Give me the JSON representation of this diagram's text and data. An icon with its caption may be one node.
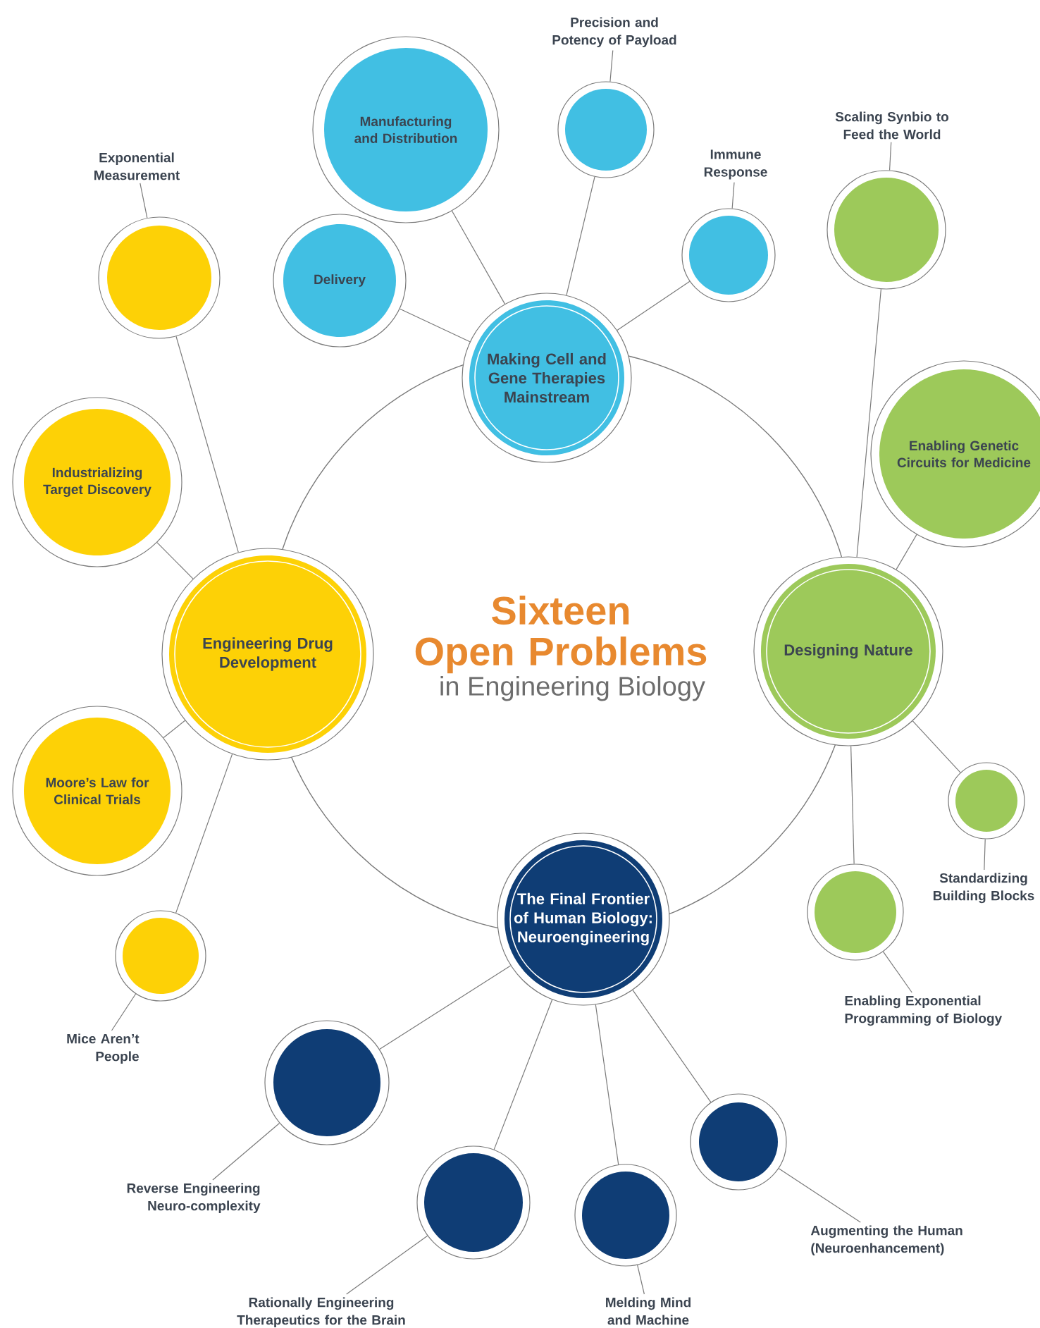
{
  "diagram": {
    "nodes": [
      {
        "text": [
          "Sixteen Open Problems",
          "in Engineering Biology"
        ]
      },
      {
        "text": [
          "Making Cell and Gene Therapies Mainstream"
        ]
      },
      {
        "text": [
          "Manufacturing and Distribution"
        ]
      },
      {
        "text": [
          "Precision and Potency of Payload"
        ]
      },
      {
        "text": [],
        "shape": "circle"
      },
      {
        "text": [
          "Immune Response"
        ]
      },
      {
        "text": [],
        "shape": "circle"
      },
      {
        "text": [
          "Delivery"
        ]
      },
      {
        "text": [
          "Engineering Drug Development"
        ]
      },
      {
        "text": [
          "Exponential Measurement"
        ]
      },
      {
        "text": [],
        "shape": "circle"
      },
      {
        "text": [
          "Industrializing Target Discovery"
        ]
      },
      {
        "text": [
          "Moore’s Law for Clinical Trials"
        ]
      },
      {
        "text": [],
        "shape": "circle"
      },
      {
        "text": [
          "Mice Aren’t People"
        ]
      },
      {
        "text": [
          "Designing Nature"
        ]
      },
      {
        "text": [
          "Scaling Synbio to Feed the World"
        ]
      },
      {
        "text": [],
        "shape": "circle"
      },
      {
        "text": [
          "Enabling Genetic Circuits for Medicine"
        ]
      },
      {
        "text": [],
        "shape": "circle"
      },
      {
        "text": [
          "Standardizing Building Blocks"
        ]
      },
      {
        "text": [],
        "shape": "circle"
      },
      {
        "text": [
          "Enabling Exponential Programming of Biology"
        ]
      },
      {
        "text": [
          "The Final Frontier of Human Biology: Neuroengineering"
        ]
      },
      {
        "text": [],
        "shape": "circle"
      },
      {
        "text": [
          "Reverse Engineering Neuro-complexity"
        ]
      },
      {
        "text": [],
        "shape": "circle"
      },
      {
        "text": [
          "Rationally Engineering Therapeutics for the Brain"
        ]
      },
      {
        "text": [],
        "shape": "circle"
      },
      {
        "text": [
          "Melding Mind and Machine"
        ]
      },
      {
        "text": [],
        "shape": "circle"
      },
      {
        "text": [
          "Augmenting the Human (Neuroenhancement)"
        ]
      }
    ],
    "edges": [
      {
        "from": 1,
        "to": 2,
        "arrow": "none"
      },
      {
        "from": 1,
        "to": 4,
        "arrow": "none"
      },
      {
        "from": 1,
        "to": 6,
        "arrow": "none"
      },
      {
        "from": 1,
        "to": 7,
        "arrow": "none"
      },
      {
        "from": 8,
        "to": 10,
        "arrow": "none"
      },
      {
        "from": 8,
        "to": 11,
        "arrow": "none"
      },
      {
        "from": 8,
        "to": 12,
        "arrow": "none"
      },
      {
        "from": 8,
        "to": 13,
        "arrow": "none"
      },
      {
        "from": 15,
        "to": 17,
        "arrow": "none"
      },
      {
        "from": 15,
        "to": 18,
        "arrow": "none"
      },
      {
        "from": 15,
        "to": 19,
        "arrow": "none"
      },
      {
        "from": 15,
        "to": 21,
        "arrow": "none"
      },
      {
        "from": 23,
        "to": 24,
        "arrow": "none"
      },
      {
        "from": 23,
        "to": 26,
        "arrow": "none"
      },
      {
        "from": 23,
        "to": 28,
        "arrow": "none"
      },
      {
        "from": 23,
        "to": 30,
        "arrow": "none"
      },
      {
        "from": 3,
        "to": 4,
        "arrow": "none"
      },
      {
        "from": 5,
        "to": 6,
        "arrow": "none"
      },
      {
        "from": 9,
        "to": 10,
        "arrow": "none"
      },
      {
        "from": 14,
        "to": 13,
        "arrow": "none"
      },
      {
        "from": 16,
        "to": 17,
        "arrow": "none"
      },
      {
        "from": 20,
        "to": 19,
        "arrow": "none"
      },
      {
        "from": 22,
        "to": 21,
        "arrow": "none"
      },
      {
        "from": 25,
        "to": 24,
        "arrow": "none"
      },
      {
        "from": 27,
        "to": 26,
        "arrow": "none"
      },
      {
        "from": 29,
        "to": 28,
        "arrow": "none"
      },
      {
        "from": 31,
        "to": 30,
        "arrow": "none"
      }
    ]
  }
}
